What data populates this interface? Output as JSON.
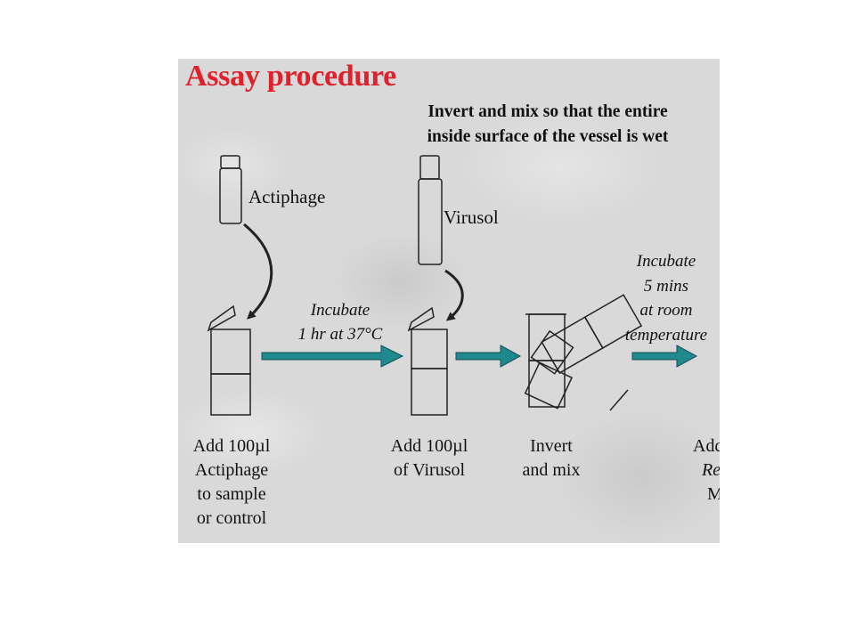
{
  "title": "Assay procedure",
  "instruction": "Invert and mix so that the entire inside surface of the vessel is wet",
  "reagents": {
    "actiphage": "Actiphage",
    "virusol": "Virusol"
  },
  "arrows": {
    "incubate_1": {
      "line1": "Incubate",
      "line2": "1 hr at 37°C"
    },
    "incubate_2": {
      "line1": "Incubate",
      "line2": "5 mins",
      "line3": "at room",
      "line4": "temperature"
    }
  },
  "steps": [
    {
      "lines": [
        "Add 100µl",
        "Actiphage",
        "to sample",
        "or control"
      ]
    },
    {
      "lines": [
        "Add 100µl",
        "of Virusol"
      ]
    },
    {
      "lines": [
        "Invert",
        "and mix"
      ]
    },
    {
      "lines": [
        "Add",
        "Re",
        "M"
      ]
    }
  ],
  "colors": {
    "title": "#e0202a",
    "arrow": "#1f8a8e",
    "background": "#d9d9d9"
  }
}
